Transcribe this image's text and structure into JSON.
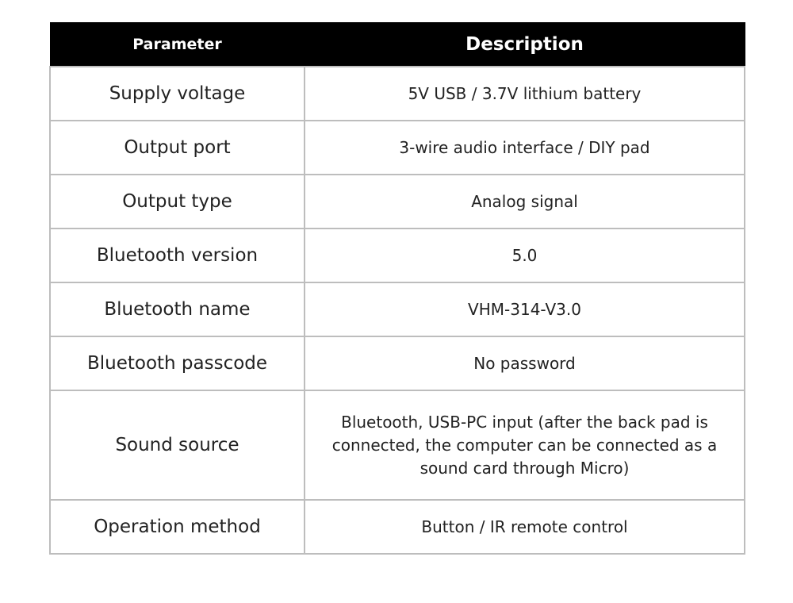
{
  "table": {
    "headers": {
      "parameter": "Parameter",
      "description": "Description"
    },
    "rows": [
      {
        "parameter": "Supply voltage",
        "description": "5V USB / 3.7V lithium battery"
      },
      {
        "parameter": "Output port",
        "description": "3-wire audio interface / DIY pad"
      },
      {
        "parameter": "Output type",
        "description": "Analog signal"
      },
      {
        "parameter": "Bluetooth version",
        "description": "5.0"
      },
      {
        "parameter": "Bluetooth name",
        "description": "VHM-314-V3.0"
      },
      {
        "parameter": "Bluetooth passcode",
        "description": "No password"
      },
      {
        "parameter": "Sound source",
        "description": "Bluetooth, USB-PC input (after the back pad is connected, the computer can be connected as a sound card through Micro)"
      },
      {
        "parameter": "Operation method",
        "description": "Button / IR remote control"
      }
    ]
  }
}
